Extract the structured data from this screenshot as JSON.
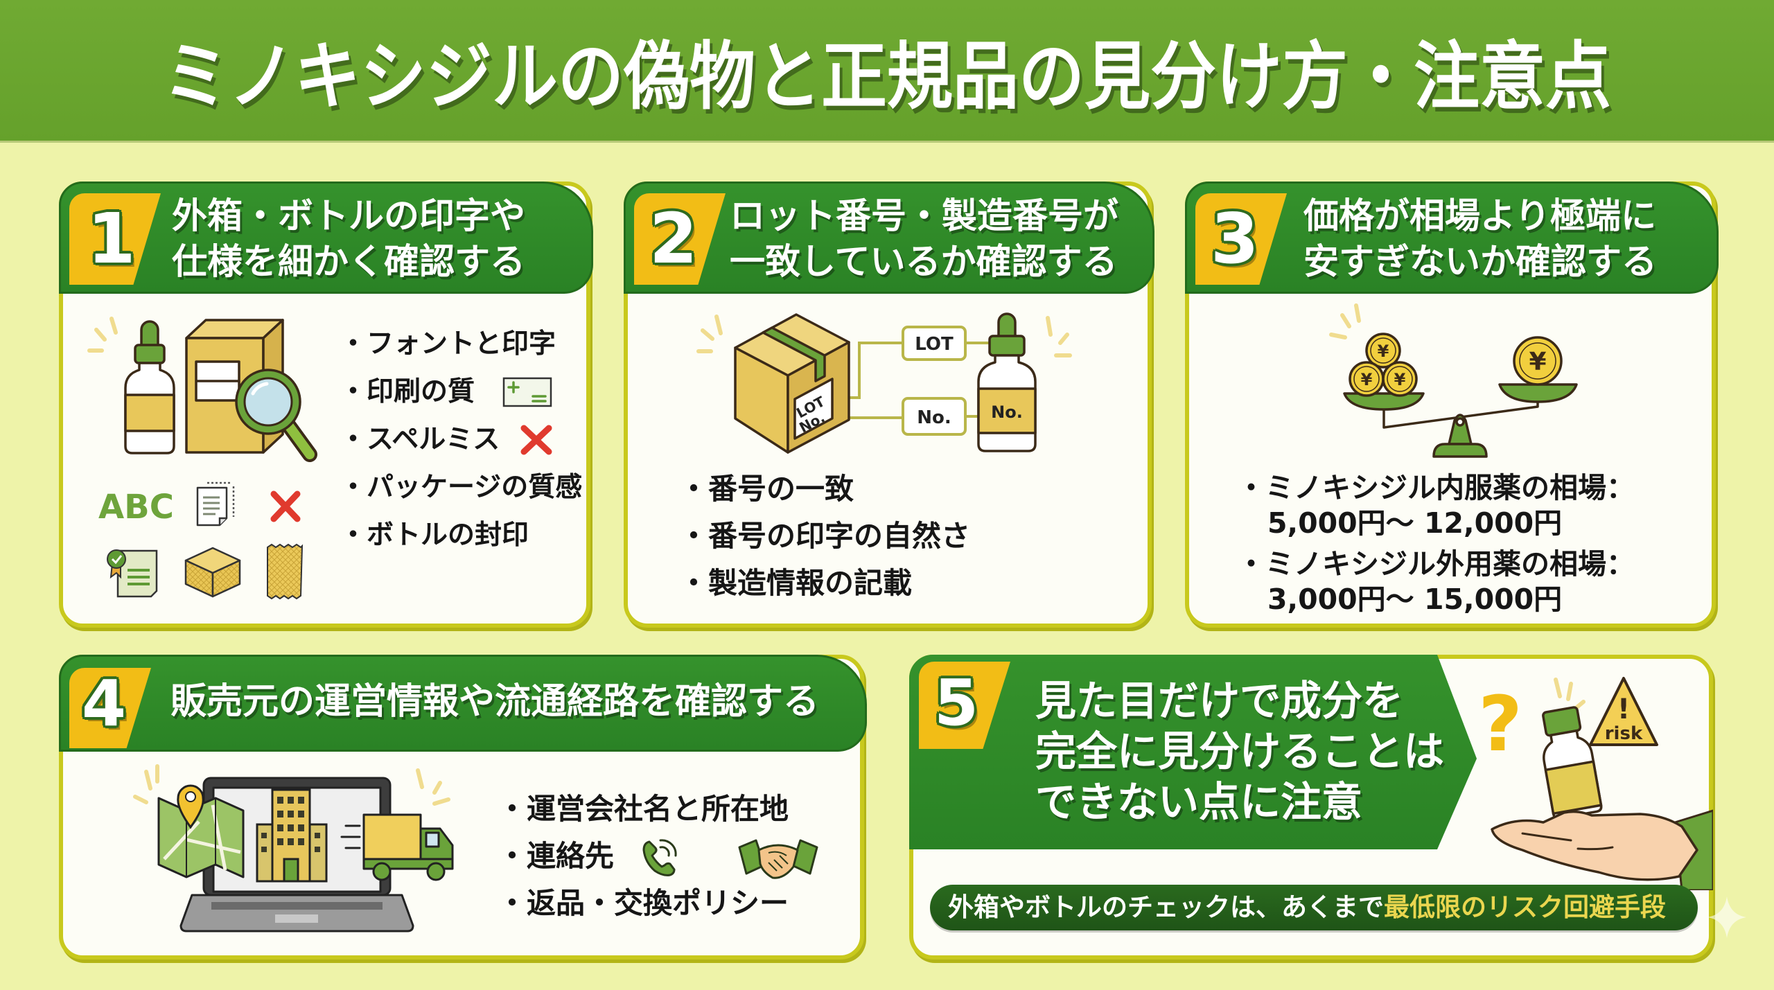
{
  "header": {
    "title": "ミノキシジルの偽物と正規品の見分け方・注意点"
  },
  "common": {
    "bullet_marker": "・"
  },
  "cards": [
    {
      "number": "1",
      "title_lines": [
        "外箱・ボトルの印字や",
        "仕様を細かく確認する"
      ],
      "bullets": [
        "フォントと印字",
        "印刷の質",
        "スペルミス",
        "パッケージの質感",
        "ボトルの封印"
      ],
      "icon_labels": {
        "abc": "ABC"
      }
    },
    {
      "number": "2",
      "title_lines": [
        "ロット番号・製造番号が",
        "一致しているか確認する"
      ],
      "diagram": {
        "box_label_line1": "LOT",
        "box_label_line2": "No.",
        "lot_tag": "LOT",
        "no_tag": "No.",
        "bottle_label": "No."
      },
      "bullets": [
        "番号の一致",
        "番号の印字の自然さ",
        "製造情報の記載"
      ]
    },
    {
      "number": "3",
      "title_lines": [
        "価格が相場より極端に",
        "安すぎないか確認する"
      ],
      "coin_symbol": "¥",
      "prices": [
        {
          "label": "ミノキシジル内服薬の相場：",
          "range": "5,000円～ 12,000円"
        },
        {
          "label": "ミノキシジル外用薬の相場：",
          "range": "3,000円～ 15,000円"
        }
      ]
    },
    {
      "number": "4",
      "title_lines": [
        "販売元の運営情報や流通経路を確認する"
      ],
      "bullets": [
        "運営会社名と所在地",
        "連絡先",
        "返品・交換ポリシー"
      ]
    },
    {
      "number": "5",
      "title_lines": [
        "見た目だけで成分を",
        "完全に見分けることは",
        "できない点に注意"
      ],
      "question_mark": "?",
      "risk_mark": "!",
      "risk_label": "risk",
      "banner": {
        "text": "外箱やボトルのチェックは、あくまで",
        "highlight": "最低限のリスク回避手段"
      }
    }
  ],
  "colors": {
    "background": "#eef3a9",
    "title_bar": "#6aa52e",
    "card_header": "#2e8a27",
    "card_border": "#c8c91d",
    "number_tab": "#f2bd16",
    "accent_green": "#6aa33a",
    "accent_yellow": "#e8c75a",
    "warning_red": "#e03a2e",
    "banner": "#235c19",
    "banner_highlight": "#ead64f"
  }
}
